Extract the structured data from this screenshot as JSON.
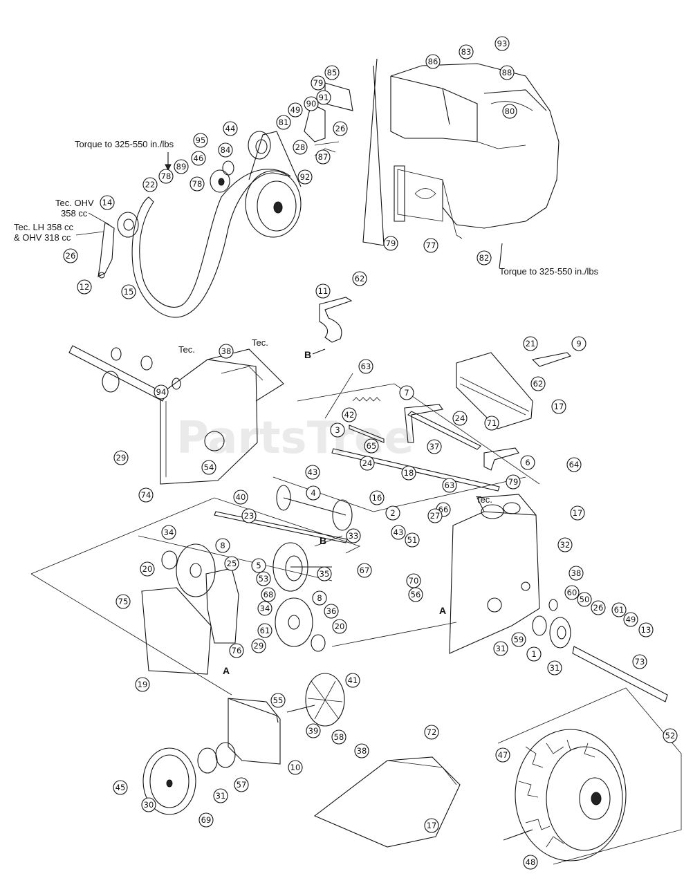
{
  "watermark": "PartsTree",
  "notes": {
    "torque_top": "Torque to 325-550 in./lbs",
    "torque_right": "Torque to 325-550 in./lbs",
    "tec_ohv_line1": "Tec. OHV",
    "tec_ohv_line2": "358 cc",
    "tec_lh_line1": "Tec. LH 358 cc",
    "tec_lh_line2": "& OHV 318 cc",
    "tec_1": "Tec.",
    "tec_2": "Tec.",
    "tec_3": "Tec."
  },
  "letters": {
    "b1": "B",
    "b2": "B",
    "a1": "A",
    "a2": "A"
  },
  "parts": [
    "93",
    "83",
    "88",
    "86",
    "85",
    "79",
    "91",
    "80",
    "90",
    "49",
    "81",
    "26",
    "44",
    "28",
    "87",
    "95",
    "84",
    "46",
    "89",
    "78",
    "22",
    "92",
    "78",
    "14",
    "26",
    "12",
    "15",
    "79",
    "77",
    "82",
    "11",
    "62",
    "38",
    "9",
    "21",
    "62",
    "17",
    "94",
    "63",
    "7",
    "42",
    "3",
    "24",
    "71",
    "65",
    "37",
    "29",
    "54",
    "43",
    "24",
    "18",
    "6",
    "64",
    "74",
    "4",
    "16",
    "63",
    "79",
    "40",
    "23",
    "2",
    "66",
    "43",
    "27",
    "17",
    "34",
    "8",
    "32",
    "20",
    "25",
    "5",
    "33",
    "35",
    "67",
    "51",
    "70",
    "38",
    "56",
    "60",
    "50",
    "26",
    "61",
    "49",
    "13",
    "75",
    "53",
    "68",
    "34",
    "8",
    "36",
    "20",
    "61",
    "29",
    "76",
    "59",
    "1",
    "31",
    "31",
    "73",
    "19",
    "41",
    "55",
    "39",
    "58",
    "38",
    "72",
    "10",
    "52",
    "47",
    "45",
    "57",
    "31",
    "69",
    "30",
    "17",
    "48"
  ]
}
